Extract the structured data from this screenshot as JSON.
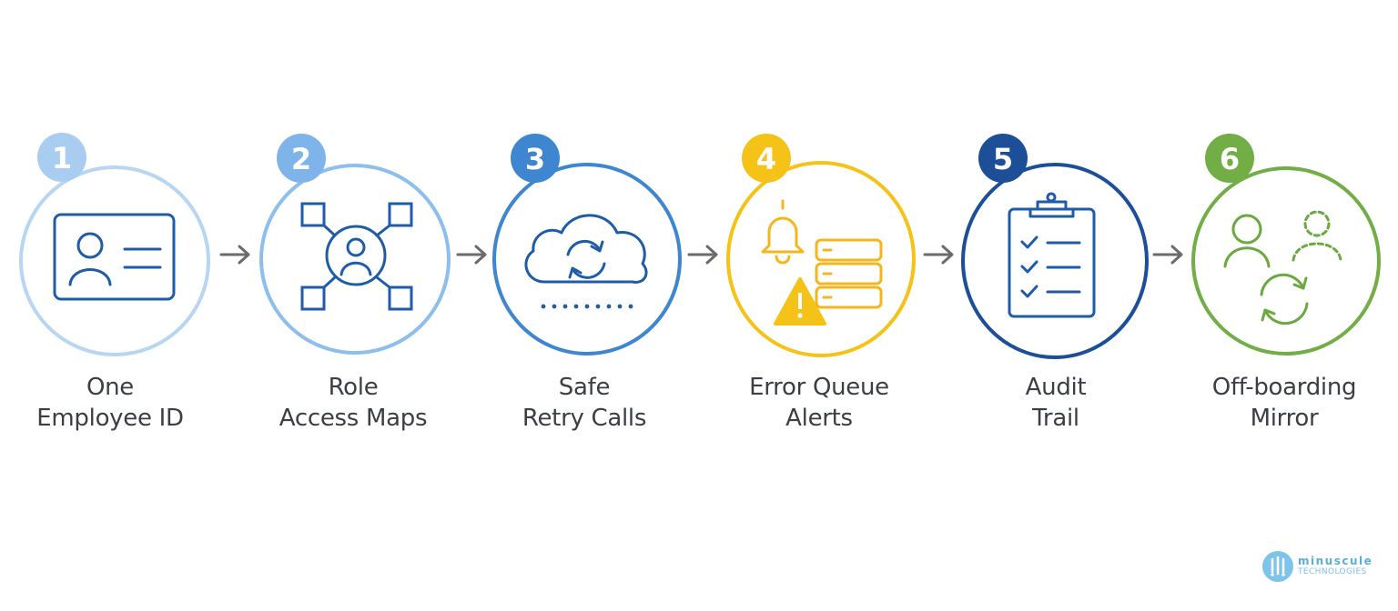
{
  "steps": [
    {
      "number": "1",
      "line1": "One",
      "line2": "Employee ID",
      "color": "#a9cdf0",
      "icon": "id-card-icon"
    },
    {
      "number": "2",
      "line1": "Role",
      "line2": "Access Maps",
      "color": "#7eb4e9",
      "icon": "role-network-icon"
    },
    {
      "number": "3",
      "line1": "Safe",
      "line2": "Retry Calls",
      "color": "#3f86d0",
      "icon": "cloud-sync-icon"
    },
    {
      "number": "4",
      "line1": "Error Queue",
      "line2": "Alerts",
      "color": "#f5c218",
      "icon": "alert-queue-icon"
    },
    {
      "number": "5",
      "line1": "Audit",
      "line2": "Trail",
      "color": "#1c4f98",
      "icon": "clipboard-checklist-icon"
    },
    {
      "number": "6",
      "line1": "Off-boarding",
      "line2": "Mirror",
      "color": "#72ad46",
      "icon": "user-mirror-icon"
    }
  ],
  "connector": {
    "color": "#6b6b6b",
    "icon": "right-arrow-icon"
  },
  "brand": {
    "name": "minuscule",
    "sub": "TECHNOLOGIES",
    "color": "#5aaedb"
  }
}
